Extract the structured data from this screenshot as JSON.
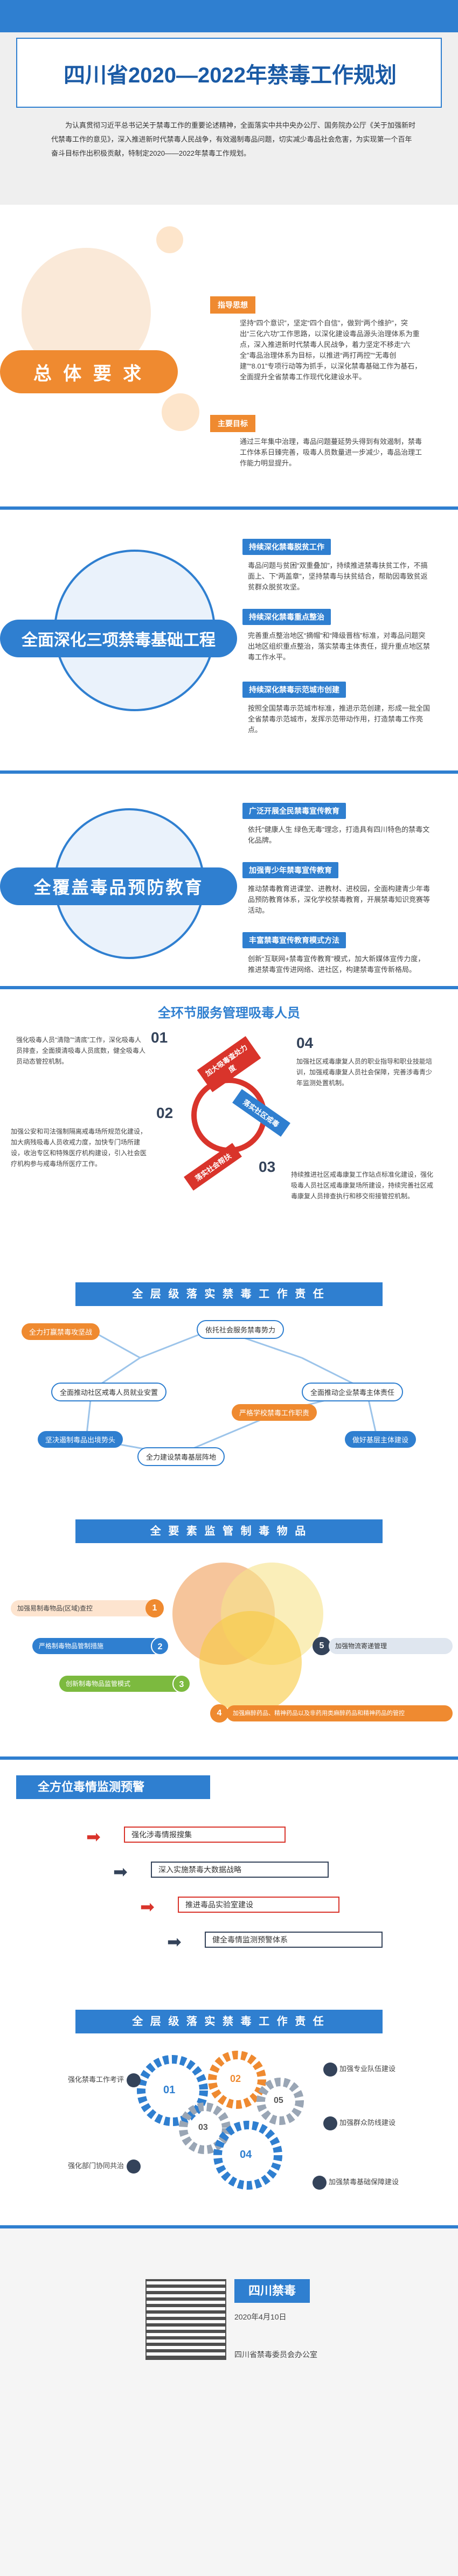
{
  "header": {
    "title": "四川省2020—2022年禁毒工作规划",
    "intro": "为认真贯彻习近平总书记关于禁毒工作的重要论述精神，全面落实中共中央办公厅、国务院办公厅《关于加强新时代禁毒工作的意见》，深入推进新时代禁毒人民战争，有效遏制毒品问题，切实减少毒品社会危害，为实现第一个百年奋斗目标作出积极贡献，特制定2020——2022年禁毒工作规划。"
  },
  "s1": {
    "big_label": "总 体 要 求",
    "item1_title": "指导思想",
    "item1_text": "坚持“四个意识”，坚定“四个自信”，做到“两个维护”，突出“三化六功”工作思路，以深化建设毒品源头治理体系为重点，深入推进新时代禁毒人民战争，着力坚定不移走“六全”毒品治理体系为目标，以推进“两打两控”“无毒创建”“8.01”专项行动等为抓手，以深化禁毒基础工作为基石，全面提升全省禁毒工作现代化建设水平。",
    "item2_title": "主要目标",
    "item2_text": "通过三年集中治理，毒品问题蔓延势头得到有效遏制，禁毒工作体系日臻完善，吸毒人员数量进一步减少，毒品治理工作能力明显提升。"
  },
  "s2": {
    "big_label": "全面深化三项禁毒基础工程",
    "item1_title": "持续深化禁毒脱贫工作",
    "item1_text": "毒品问题与贫困“双重叠加”，持续推进禁毒扶贫工作，不搞面上、下“两盖章”，坚持禁毒与扶贫结合，帮助因毒致贫返贫群众脱贫攻坚。",
    "item2_title": "持续深化禁毒重点整治",
    "item2_text": "完善重点整治地区“摘帽”和“降级晋档”标准，对毒品问题突出地区组织重点整治，落实禁毒主体责任，提升重点地区禁毒工作水平。",
    "item3_title": "持续深化禁毒示范城市创建",
    "item3_text": "按照全国禁毒示范城市标准，推进示范创建，形成一批全国全省禁毒示范城市，发挥示范带动作用，打造禁毒工作亮点。"
  },
  "s3": {
    "big_label": "全覆盖毒品预防教育",
    "item1_title": "广泛开展全民禁毒宣传教育",
    "item1_text": "依托“健康人生 绿色无毒”理念，打造具有四川特色的禁毒文化品牌。",
    "item2_title": "加强青少年禁毒宣传教育",
    "item2_text": "推动禁毒教育进课堂、进教材、进校园，全面构建青少年毒品预防教育体系，深化学校禁毒教育，开展禁毒知识竞赛等活动。",
    "item3_title": "丰富禁毒宣传教育模式方法",
    "item3_text": "创新“互联网+禁毒宣传教育”模式，加大新媒体宣传力度，推进禁毒宣传进网络、进社区，构建禁毒宣传新格局。"
  },
  "s4": {
    "title": "全环节服务管理吸毒人员",
    "center_a": "加大吸毒查处力度",
    "center_b": "落实社区戒毒",
    "center_c": "落实社会帮扶",
    "n1": "01",
    "n1_text": "强化吸毒人员“清隐”“清底”工作，深化吸毒人员排查，全面摸清吸毒人员底数，健全吸毒人员动态管控机制。",
    "n2": "02",
    "n2_text": "加强公安和司法强制隔离戒毒场所规范化建设，加大病残吸毒人员收戒力度，加快专门场所建设，收治专区和特殊医疗机构建设，引入社会医疗机构参与戒毒场所医疗工作。",
    "n3": "03",
    "n3_text": "持续推进社区戒毒康复工作站点标准化建设，强化吸毒人员社区戒毒康复场所建设，持续完善社区戒毒康复人员排查执行和移交衔接管控机制。",
    "n4": "04",
    "n4_text": "加强社区戒毒康复人员的职业指导和职业技能培训，加强戒毒康复人员社会保障，完善涉毒青少年监测处置机制。"
  },
  "s5": {
    "title": "全 层 级 落 实 禁 毒 工 作 责 任",
    "nodes": [
      "全力打赢禁毒攻坚战",
      "依托社会服务禁毒势力",
      "全面推动社区戒毒人员就业安置",
      "全面推动企业禁毒主体责任",
      "严格学校禁毒工作职责",
      "坚决遏制毒品出境势头",
      "全力建设禁毒基层阵地",
      "做好基层主体建设"
    ]
  },
  "s6": {
    "title": "全 要 素 监 管 制 毒 物 品",
    "items": [
      {
        "num": "1",
        "text": "加强易制毒物品(区域)查控"
      },
      {
        "num": "2",
        "text": "严格制毒物品管制措施"
      },
      {
        "num": "3",
        "text": "创新制毒物品监管模式"
      },
      {
        "num": "4",
        "text": "加强麻醉药品、精神药品以及非药用类麻醉药品和精神药品的管控"
      },
      {
        "num": "5",
        "text": "加强物流寄递管理"
      }
    ]
  },
  "s7": {
    "title": "全方位毒情监测预警",
    "items": [
      "强化涉毒情报搜集",
      "深入实施禁毒大数据战略",
      "推进毒品实验室建设",
      "健全毒情监测预警体系"
    ]
  },
  "s8": {
    "title": "全 层 级 落 实 禁 毒 工 作 责 任",
    "nums": [
      "01",
      "02",
      "03",
      "04",
      "05"
    ],
    "left1": "强化禁毒工作考评",
    "left2": "强化部门协同共治",
    "right1": "加强专业队伍建设",
    "right2": "加强群众防线建设",
    "right3": "加强禁毒基础保障建设"
  },
  "footer": {
    "org": "四川禁毒",
    "date": "2020年4月10日",
    "office": "四川省禁毒委员会办公室"
  },
  "colors": {
    "blue": "#2f7fd0",
    "orange": "#ef8a30",
    "red": "#d9342b",
    "green": "#7cba3f",
    "navy": "#34435a"
  }
}
